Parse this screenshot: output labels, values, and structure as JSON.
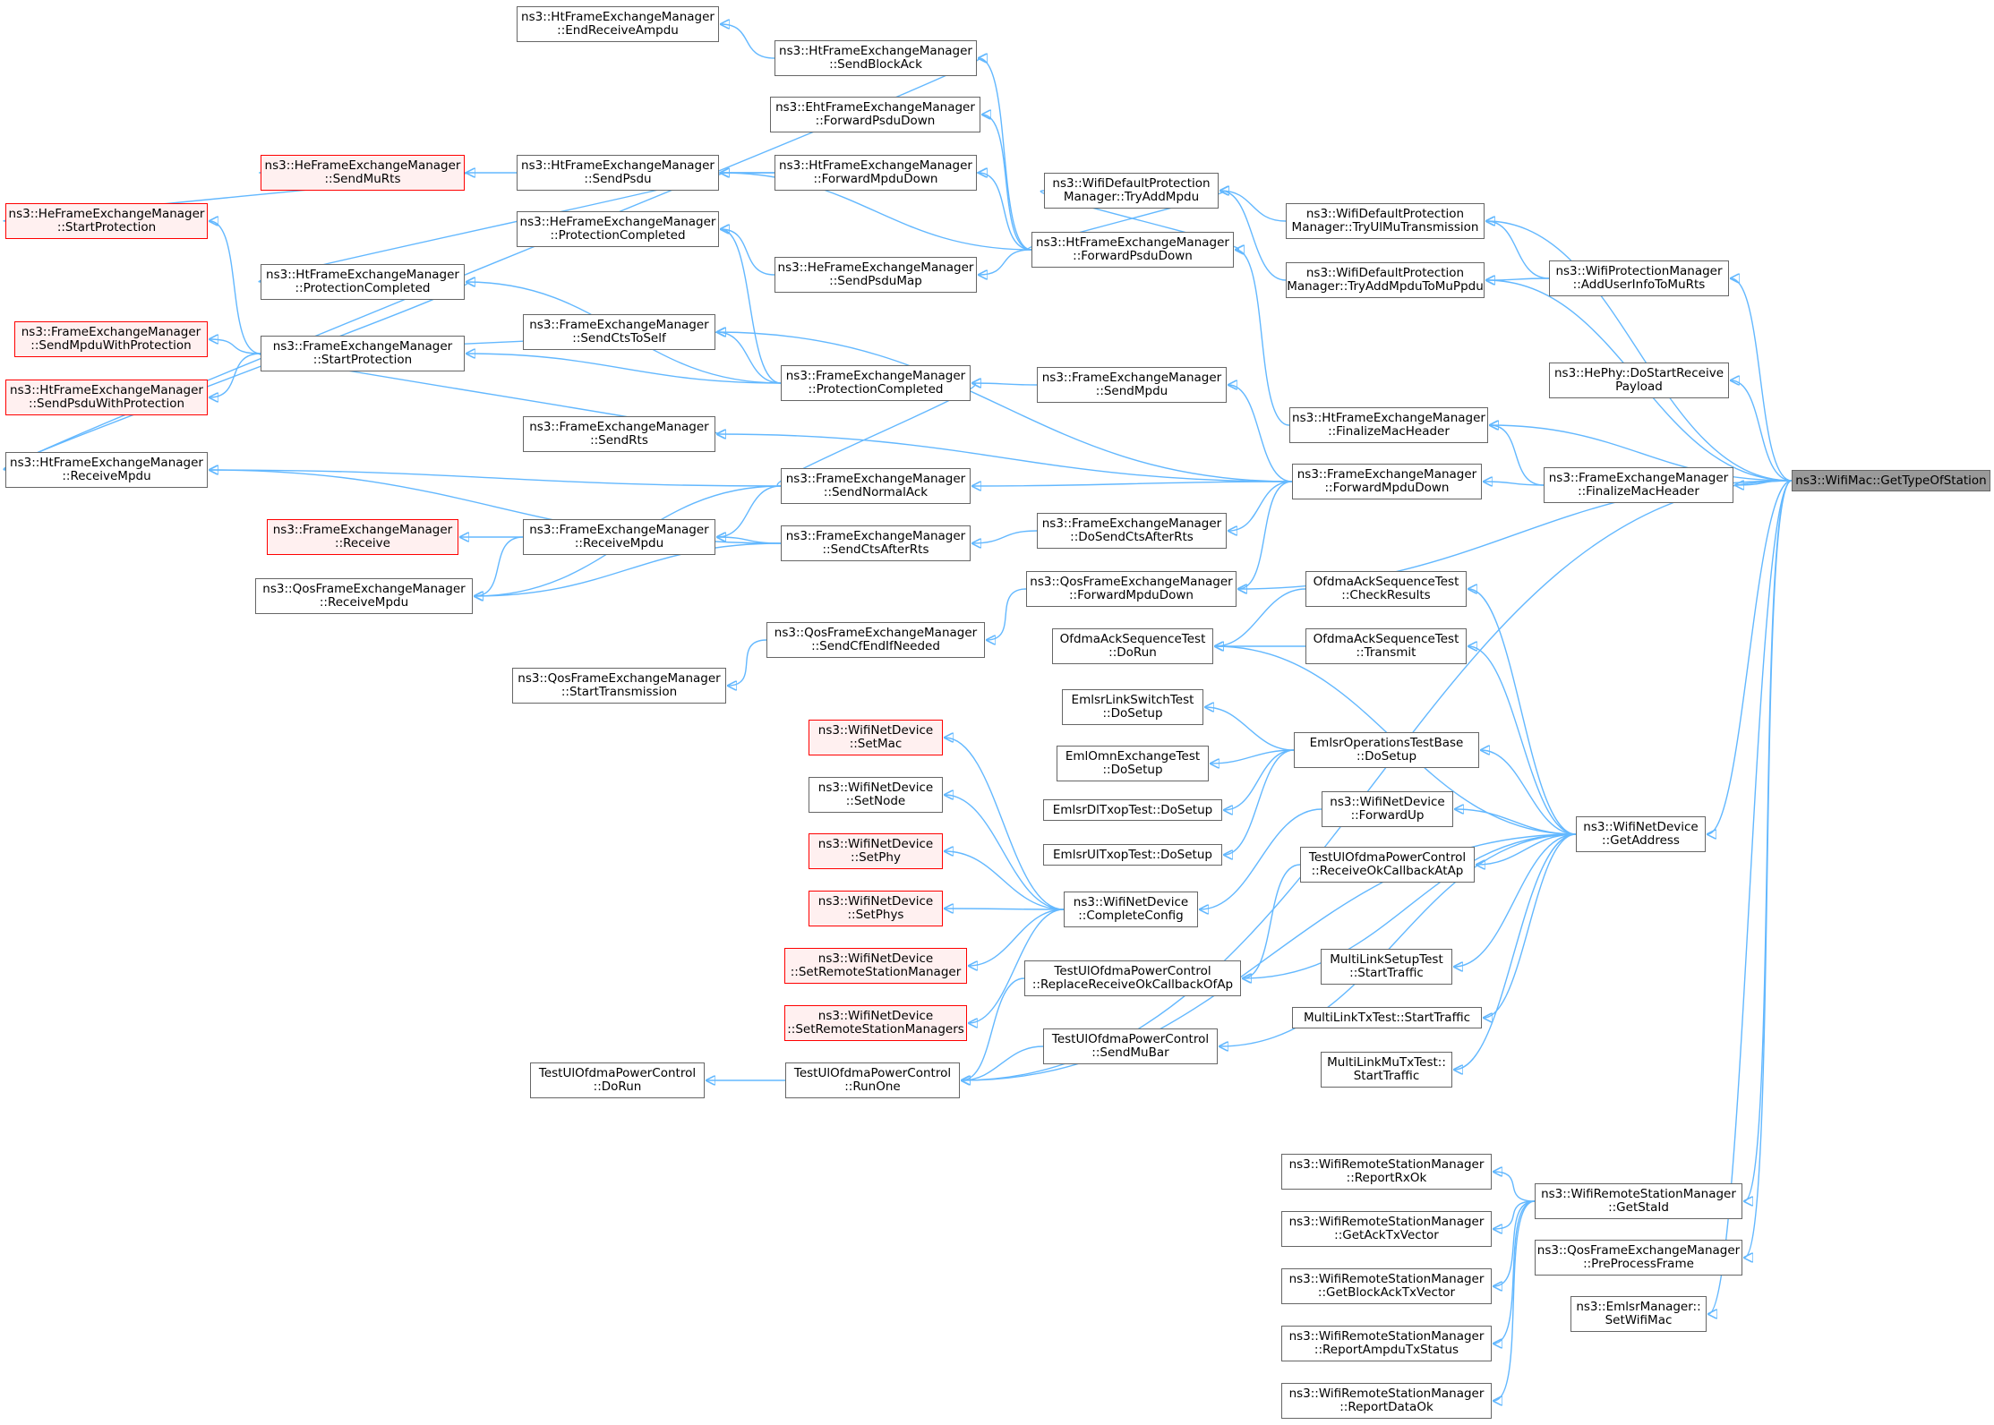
{
  "nodes": [
    {
      "id": "root",
      "label": "ns3::WifiMac::GetTypeOfStation",
      "style": "root"
    },
    {
      "id": "n1",
      "label": "ns3::HtFrameExchangeManager\n::EndReceiveAmpdu",
      "style": "normal"
    },
    {
      "id": "n2",
      "label": "ns3::HtFrameExchangeManager\n::SendBlockAck",
      "style": "normal"
    },
    {
      "id": "n3",
      "label": "ns3::EhtFrameExchangeManager\n::ForwardPsduDown",
      "style": "normal"
    },
    {
      "id": "n4",
      "label": "ns3::HeFrameExchangeManager\n::SendMuRts",
      "style": "red"
    },
    {
      "id": "n5",
      "label": "ns3::HtFrameExchangeManager\n::SendPsdu",
      "style": "normal"
    },
    {
      "id": "n6",
      "label": "ns3::HtFrameExchangeManager\n::ForwardMpduDown",
      "style": "normal"
    },
    {
      "id": "n7",
      "label": "ns3::WifiDefaultProtection\nManager::TryAddMpdu",
      "style": "normal"
    },
    {
      "id": "n8",
      "label": "ns3::WifiDefaultProtection\nManager::TryUlMuTransmission",
      "style": "normal"
    },
    {
      "id": "n9",
      "label": "ns3::HeFrameExchangeManager\n::StartProtection",
      "style": "red"
    },
    {
      "id": "n10",
      "label": "ns3::HeFrameExchangeManager\n::ProtectionCompleted",
      "style": "normal"
    },
    {
      "id": "n11",
      "label": "ns3::HtFrameExchangeManager\n::ForwardPsduDown",
      "style": "normal"
    },
    {
      "id": "n12",
      "label": "ns3::HtFrameExchangeManager\n::ProtectionCompleted",
      "style": "normal"
    },
    {
      "id": "n13",
      "label": "ns3::HeFrameExchangeManager\n::SendPsduMap",
      "style": "normal"
    },
    {
      "id": "n14",
      "label": "ns3::WifiDefaultProtection\nManager::TryAddMpduToMuPpdu",
      "style": "normal"
    },
    {
      "id": "n15",
      "label": "ns3::WifiProtectionManager\n::AddUserInfoToMuRts",
      "style": "normal"
    },
    {
      "id": "n16",
      "label": "ns3::FrameExchangeManager\n::SendCtsToSelf",
      "style": "normal"
    },
    {
      "id": "n17",
      "label": "ns3::FrameExchangeManager\n::SendMpduWithProtection",
      "style": "red"
    },
    {
      "id": "n18",
      "label": "ns3::FrameExchangeManager\n::StartProtection",
      "style": "normal"
    },
    {
      "id": "n19",
      "label": "ns3::FrameExchangeManager\n::ProtectionCompleted",
      "style": "normal"
    },
    {
      "id": "n20",
      "label": "ns3::FrameExchangeManager\n::SendMpdu",
      "style": "normal"
    },
    {
      "id": "n21",
      "label": "ns3::HePhy::DoStartReceive\nPayload",
      "style": "normal"
    },
    {
      "id": "n22",
      "label": "ns3::HtFrameExchangeManager\n::SendPsduWithProtection",
      "style": "red"
    },
    {
      "id": "n23",
      "label": "ns3::FrameExchangeManager\n::SendRts",
      "style": "normal"
    },
    {
      "id": "n24",
      "label": "ns3::HtFrameExchangeManager\n::FinalizeMacHeader",
      "style": "normal"
    },
    {
      "id": "n25",
      "label": "ns3::HtFrameExchangeManager\n::ReceiveMpdu",
      "style": "normal"
    },
    {
      "id": "n26",
      "label": "ns3::FrameExchangeManager\n::SendNormalAck",
      "style": "normal"
    },
    {
      "id": "n27",
      "label": "ns3::FrameExchangeManager\n::ForwardMpduDown",
      "style": "normal"
    },
    {
      "id": "n28",
      "label": "ns3::FrameExchangeManager\n::FinalizeMacHeader",
      "style": "normal"
    },
    {
      "id": "n29",
      "label": "ns3::FrameExchangeManager\n::Receive",
      "style": "red"
    },
    {
      "id": "n30",
      "label": "ns3::FrameExchangeManager\n::ReceiveMpdu",
      "style": "normal"
    },
    {
      "id": "n31",
      "label": "ns3::FrameExchangeManager\n::SendCtsAfterRts",
      "style": "normal"
    },
    {
      "id": "n32",
      "label": "ns3::FrameExchangeManager\n::DoSendCtsAfterRts",
      "style": "normal"
    },
    {
      "id": "n33",
      "label": "ns3::QosFrameExchangeManager\n::ReceiveMpdu",
      "style": "normal"
    },
    {
      "id": "n34",
      "label": "ns3::QosFrameExchangeManager\n::ForwardMpduDown",
      "style": "normal"
    },
    {
      "id": "n35",
      "label": "OfdmaAckSequenceTest\n::CheckResults",
      "style": "normal"
    },
    {
      "id": "n36",
      "label": "ns3::QosFrameExchangeManager\n::SendCfEndIfNeeded",
      "style": "normal"
    },
    {
      "id": "n37",
      "label": "OfdmaAckSequenceTest\n::DoRun",
      "style": "normal"
    },
    {
      "id": "n38",
      "label": "OfdmaAckSequenceTest\n::Transmit",
      "style": "normal"
    },
    {
      "id": "n39",
      "label": "ns3::QosFrameExchangeManager\n::StartTransmission",
      "style": "normal"
    },
    {
      "id": "n40",
      "label": "EmlsrLinkSwitchTest\n::DoSetup",
      "style": "normal"
    },
    {
      "id": "n41",
      "label": "ns3::WifiNetDevice\n::SetMac",
      "style": "red"
    },
    {
      "id": "n42",
      "label": "EmlsrOperationsTestBase\n::DoSetup",
      "style": "normal"
    },
    {
      "id": "n43",
      "label": "EmlOmnExchangeTest\n::DoSetup",
      "style": "normal"
    },
    {
      "id": "n44",
      "label": "ns3::WifiNetDevice\n::SetNode",
      "style": "normal"
    },
    {
      "id": "n45",
      "label": "EmlsrDlTxopTest::DoSetup",
      "style": "normal"
    },
    {
      "id": "n46",
      "label": "ns3::WifiNetDevice\n::ForwardUp",
      "style": "normal"
    },
    {
      "id": "n47",
      "label": "ns3::WifiNetDevice\n::GetAddress",
      "style": "normal"
    },
    {
      "id": "n48",
      "label": "ns3::WifiNetDevice\n::SetPhy",
      "style": "red"
    },
    {
      "id": "n49",
      "label": "EmlsrUlTxopTest::DoSetup",
      "style": "normal"
    },
    {
      "id": "n50",
      "label": "TestUlOfdmaPowerControl\n::ReceiveOkCallbackAtAp",
      "style": "normal"
    },
    {
      "id": "n51",
      "label": "ns3::WifiNetDevice\n::SetPhys",
      "style": "red"
    },
    {
      "id": "n52",
      "label": "ns3::WifiNetDevice\n::CompleteConfig",
      "style": "normal"
    },
    {
      "id": "n53",
      "label": "MultiLinkSetupTest\n::StartTraffic",
      "style": "normal"
    },
    {
      "id": "n54",
      "label": "ns3::WifiNetDevice\n::SetRemoteStationManager",
      "style": "red"
    },
    {
      "id": "n55",
      "label": "TestUlOfdmaPowerControl\n::ReplaceReceiveOkCallbackOfAp",
      "style": "normal"
    },
    {
      "id": "n56",
      "label": "ns3::WifiNetDevice\n::SetRemoteStationManagers",
      "style": "red"
    },
    {
      "id": "n57",
      "label": "MultiLinkTxTest::StartTraffic",
      "style": "normal"
    },
    {
      "id": "n58",
      "label": "TestUlOfdmaPowerControl\n::SendMuBar",
      "style": "normal"
    },
    {
      "id": "n59",
      "label": "MultiLinkMuTxTest::\nStartTraffic",
      "style": "normal"
    },
    {
      "id": "n60",
      "label": "TestUlOfdmaPowerControl\n::DoRun",
      "style": "normal"
    },
    {
      "id": "n61",
      "label": "TestUlOfdmaPowerControl\n::RunOne",
      "style": "normal"
    },
    {
      "id": "n62",
      "label": "ns3::WifiRemoteStationManager\n::ReportRxOk",
      "style": "normal"
    },
    {
      "id": "n63",
      "label": "ns3::WifiRemoteStationManager\n::GetStaId",
      "style": "normal"
    },
    {
      "id": "n64",
      "label": "ns3::WifiRemoteStationManager\n::GetAckTxVector",
      "style": "normal"
    },
    {
      "id": "n65",
      "label": "ns3::QosFrameExchangeManager\n::PreProcessFrame",
      "style": "normal"
    },
    {
      "id": "n66",
      "label": "ns3::WifiRemoteStationManager\n::GetBlockAckTxVector",
      "style": "normal"
    },
    {
      "id": "n67",
      "label": "ns3::EmlsrManager::\nSetWifiMac",
      "style": "normal"
    },
    {
      "id": "n68",
      "label": "ns3::WifiRemoteStationManager\n::ReportAmpduTxStatus",
      "style": "normal"
    },
    {
      "id": "n69",
      "label": "ns3::WifiRemoteStationManager\n::ReportDataOk",
      "style": "normal"
    }
  ],
  "edges": [
    [
      "n2",
      "n1"
    ],
    [
      "n11",
      "n2"
    ],
    [
      "n25",
      "n2"
    ],
    [
      "n11",
      "n3"
    ],
    [
      "n9",
      "n4"
    ],
    [
      "n11",
      "n5"
    ],
    [
      "n6",
      "n5"
    ],
    [
      "n12",
      "n5"
    ],
    [
      "n4",
      "n6"
    ],
    [
      "n11",
      "n6"
    ],
    [
      "n8",
      "n7"
    ],
    [
      "n14",
      "n7"
    ],
    [
      "n11",
      "n7"
    ],
    [
      "n18",
      "n9"
    ],
    [
      "n13",
      "n10"
    ],
    [
      "n19",
      "n10"
    ],
    [
      "n7",
      "n11"
    ],
    [
      "n24",
      "n11"
    ],
    [
      "n19",
      "n12"
    ],
    [
      "n25",
      "n12"
    ],
    [
      "n11",
      "n13"
    ],
    [
      "n15",
      "n14"
    ],
    [
      "n15",
      "n8"
    ],
    [
      "n18",
      "n16"
    ],
    [
      "n27",
      "n16"
    ],
    [
      "n19",
      "n16"
    ],
    [
      "n18",
      "n17"
    ],
    [
      "n18",
      "n22"
    ],
    [
      "n18",
      "n23"
    ],
    [
      "n19",
      "n18"
    ],
    [
      "n20",
      "n19"
    ],
    [
      "n26",
      "n19"
    ],
    [
      "n27",
      "n20"
    ],
    [
      "n27",
      "n23"
    ],
    [
      "n28",
      "n24"
    ],
    [
      "n31",
      "n25"
    ],
    [
      "n27",
      "n26"
    ],
    [
      "n26",
      "n25"
    ],
    [
      "n26",
      "n30"
    ],
    [
      "n26",
      "n33"
    ],
    [
      "n28",
      "n27"
    ],
    [
      "n30",
      "n29"
    ],
    [
      "n31",
      "n30"
    ],
    [
      "n32",
      "n31"
    ],
    [
      "n31",
      "n33"
    ],
    [
      "n27",
      "n32"
    ],
    [
      "n27",
      "n34"
    ],
    [
      "n30",
      "n33"
    ],
    [
      "n34",
      "n36"
    ],
    [
      "n36",
      "n39"
    ],
    [
      "n38",
      "n37"
    ],
    [
      "n35",
      "n37"
    ],
    [
      "n42",
      "n40"
    ],
    [
      "n42",
      "n43"
    ],
    [
      "n42",
      "n45"
    ],
    [
      "n42",
      "n49"
    ],
    [
      "n52",
      "n41"
    ],
    [
      "n52",
      "n44"
    ],
    [
      "n52",
      "n48"
    ],
    [
      "n52",
      "n51"
    ],
    [
      "n52",
      "n54"
    ],
    [
      "n52",
      "n56"
    ],
    [
      "n46",
      "n52"
    ],
    [
      "n47",
      "n35"
    ],
    [
      "n47",
      "n38"
    ],
    [
      "n47",
      "n37"
    ],
    [
      "n47",
      "n42"
    ],
    [
      "n47",
      "n46"
    ],
    [
      "n47",
      "n50"
    ],
    [
      "n47",
      "n53"
    ],
    [
      "n47",
      "n57"
    ],
    [
      "n47",
      "n59"
    ],
    [
      "n47",
      "n55"
    ],
    [
      "n47",
      "n58"
    ],
    [
      "n47",
      "n61"
    ],
    [
      "n50",
      "n55"
    ],
    [
      "n55",
      "n61"
    ],
    [
      "n58",
      "n61"
    ],
    [
      "n61",
      "n60"
    ],
    [
      "n63",
      "n62"
    ],
    [
      "n63",
      "n64"
    ],
    [
      "n63",
      "n66"
    ],
    [
      "n63",
      "n68"
    ],
    [
      "n63",
      "n69"
    ],
    [
      "root",
      "n8"
    ],
    [
      "root",
      "n14"
    ],
    [
      "root",
      "n15"
    ],
    [
      "root",
      "n21"
    ],
    [
      "root",
      "n24"
    ],
    [
      "root",
      "n28"
    ],
    [
      "root",
      "n34"
    ],
    [
      "root",
      "n47"
    ],
    [
      "root",
      "n63"
    ],
    [
      "root",
      "n65"
    ],
    [
      "root",
      "n67"
    ],
    [
      "root",
      "n61"
    ]
  ],
  "colors": {
    "edge": "#63b8ff",
    "border": "#666666",
    "red_border": "#ff0000",
    "red_fill": "#fff0f0",
    "root_fill": "#999999"
  }
}
